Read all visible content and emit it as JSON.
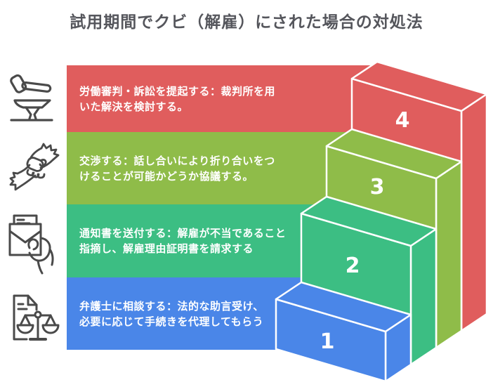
{
  "title": "試用期間でクビ（解雇）にされた場合の対処法",
  "title_color": "#55565C",
  "background_color": "#FFFFFF",
  "edge_color": "#FFFFFF",
  "icon_color": "#4A4A4A",
  "steps": [
    {
      "number": "1",
      "label": "弁護士に相談する：法的な助言受け、\n必要に応じて手続きを代理してもらう",
      "color": "#4A86E8",
      "icon": "document-scales-icon"
    },
    {
      "number": "2",
      "label": "通知書を送付する：解雇が不当であること\n指摘し、解雇理由証明書を請求する",
      "color": "#3CBE83",
      "icon": "envelope-hand-icon"
    },
    {
      "number": "3",
      "label": "交渉する：話し合いにより折り合いをつ\nけることが可能かどうか協議する。",
      "color": "#8FBC49",
      "icon": "handshake-icon"
    },
    {
      "number": "4",
      "label": "労働審判・訴訟を提起する：裁判所を用\nいた解決を検討する。",
      "color": "#E05D5D",
      "icon": "gavel-anvil-icon"
    }
  ]
}
